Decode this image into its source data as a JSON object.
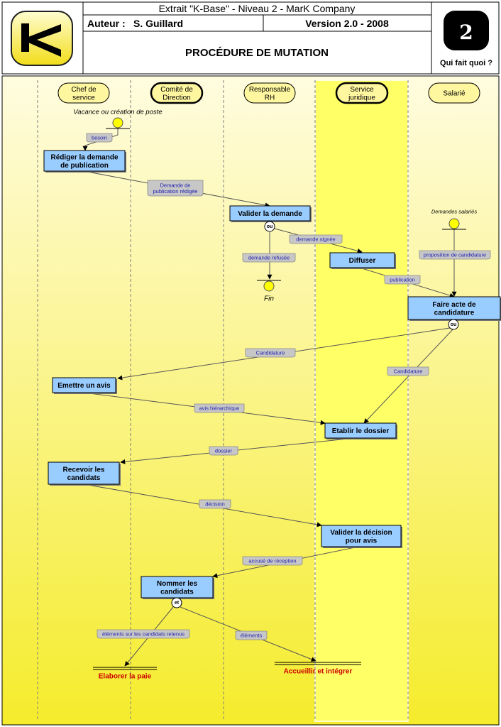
{
  "header": {
    "extract_line": "Extrait \"K-Base\" - Niveau 2 - MarK Company",
    "author_label": "Auteur :",
    "author_name": "S. Guillard",
    "version": "Version 2.0 - 2008",
    "title": "PROCÉDURE DE MUTATION",
    "level_number": "2",
    "level_caption": "Qui fait quoi ?",
    "logo_letter": "K"
  },
  "colors": {
    "background_top": "#fffce0",
    "background_bottom": "#f5ec2c",
    "lane_highlight": "#ffff66",
    "process_box": "#99ccff",
    "flow_tag": "#c7c7c7",
    "event_circle": "#ffff00",
    "terminal_text": "#cc0000",
    "label_text": "#1f1fb0"
  },
  "lanes": [
    {
      "id": "chef",
      "label_lines": [
        "Chef de",
        "service"
      ],
      "bold_border": false
    },
    {
      "id": "comite",
      "label_lines": [
        "Comité de",
        "Direction"
      ],
      "bold_border": true
    },
    {
      "id": "rh",
      "label_lines": [
        "Responsable",
        "RH"
      ],
      "bold_border": false
    },
    {
      "id": "juridique",
      "label_lines": [
        "Service",
        "juridique"
      ],
      "bold_border": true
    },
    {
      "id": "salarie",
      "label_lines": [
        "Salarié"
      ],
      "bold_border": false
    }
  ],
  "events": [
    {
      "id": "ev-vacance",
      "label": "Vacance ou création de poste"
    },
    {
      "id": "ev-demandes",
      "label": "Demandes salariés"
    },
    {
      "id": "ev-fin",
      "label": "Fin"
    }
  ],
  "processes": [
    {
      "id": "p1",
      "lines": [
        "Rédiger la demande",
        "de publication"
      ]
    },
    {
      "id": "p2",
      "lines": [
        "Valider la demande"
      ]
    },
    {
      "id": "p3",
      "lines": [
        "Diffuser"
      ]
    },
    {
      "id": "p4",
      "lines": [
        "Faire acte de",
        "candidature"
      ]
    },
    {
      "id": "p5",
      "lines": [
        "Emettre un avis"
      ]
    },
    {
      "id": "p6",
      "lines": [
        "Etablir  le dossier"
      ]
    },
    {
      "id": "p7",
      "lines": [
        "Recevoir les",
        "candidats"
      ]
    },
    {
      "id": "p8",
      "lines": [
        "Valider la décision",
        "pour avis"
      ]
    },
    {
      "id": "p9",
      "lines": [
        "Nommer les",
        "candidats"
      ]
    }
  ],
  "gates": [
    {
      "id": "g1",
      "label": "ou"
    },
    {
      "id": "g2",
      "label": "ou"
    },
    {
      "id": "g3",
      "label": "et"
    }
  ],
  "flows": [
    {
      "id": "f1",
      "lines": [
        "besoin"
      ]
    },
    {
      "id": "f2",
      "lines": [
        "Demande de",
        "publication rédigée"
      ]
    },
    {
      "id": "f3",
      "lines": [
        "demande signée"
      ]
    },
    {
      "id": "f4",
      "lines": [
        "demande refusée"
      ]
    },
    {
      "id": "f5",
      "lines": [
        "proposition de candidature"
      ]
    },
    {
      "id": "f6",
      "lines": [
        "publication"
      ]
    },
    {
      "id": "f7",
      "lines": [
        "Candidature"
      ]
    },
    {
      "id": "f8",
      "lines": [
        "Candidature"
      ]
    },
    {
      "id": "f9",
      "lines": [
        "avis hiérarchique"
      ]
    },
    {
      "id": "f10",
      "lines": [
        "dossier"
      ]
    },
    {
      "id": "f11",
      "lines": [
        "décision"
      ]
    },
    {
      "id": "f12",
      "lines": [
        "accusé de réception"
      ]
    },
    {
      "id": "f13",
      "lines": [
        "éléments sur les candidats retenus"
      ]
    },
    {
      "id": "f14",
      "lines": [
        "éléments"
      ]
    }
  ],
  "terminals": [
    {
      "id": "t1",
      "label": "Elaborer la paie"
    },
    {
      "id": "t2",
      "label": "Accueillir  et intégrer"
    }
  ]
}
